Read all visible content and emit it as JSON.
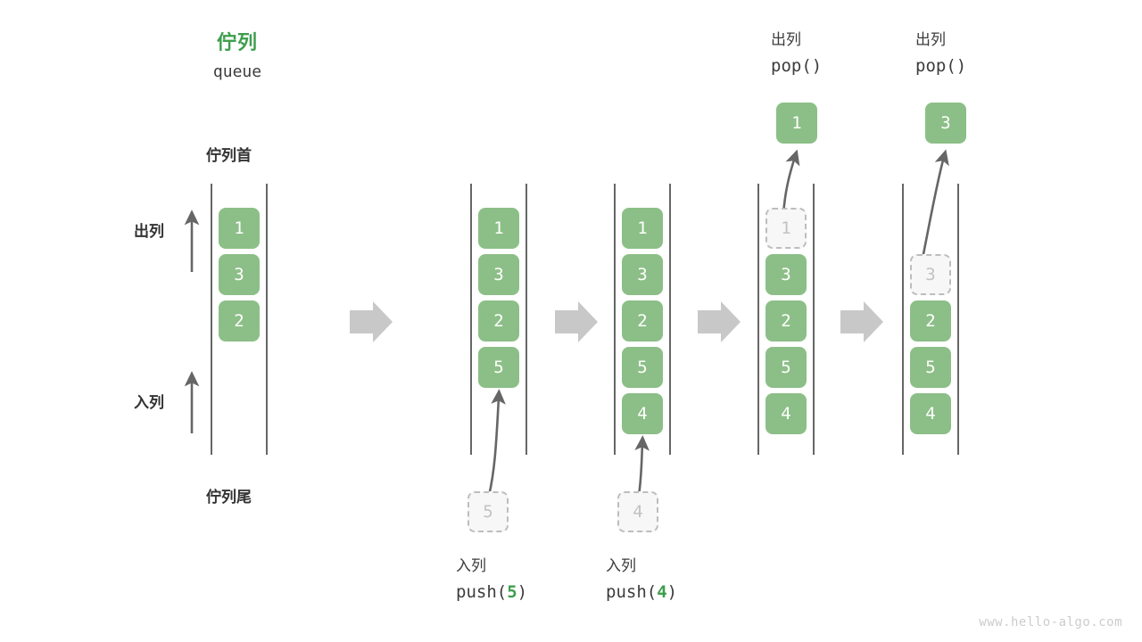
{
  "title": {
    "cn": "佇列",
    "en": "queue"
  },
  "labels": {
    "head": "佇列首",
    "tail": "佇列尾",
    "dequeue_dir": "出列",
    "enqueue_dir": "入列"
  },
  "colors": {
    "element_fill": "#8cbf87",
    "element_text": "#ffffff",
    "ghost_fill": "#f7f7f7",
    "ghost_border": "#bdbdbd",
    "ghost_text": "#c2c2c2",
    "rail": "#555555",
    "arrow_grey": "#666666",
    "step_arrow": "#c8c8c8",
    "accent_green": "#3e9e4e",
    "text": "#3c3c3c"
  },
  "columns": [
    {
      "id": "initial",
      "items": [
        "1",
        "3",
        "2"
      ],
      "ghost_in_rail": null,
      "caption": null
    },
    {
      "id": "push-5",
      "items": [
        "1",
        "3",
        "2",
        "5"
      ],
      "ghost_in_rail": null,
      "incoming_ghost": "5",
      "caption": {
        "cn": "入列",
        "fn": "push(",
        "arg": "5",
        "fn_close": ")"
      }
    },
    {
      "id": "push-4",
      "items": [
        "1",
        "3",
        "2",
        "5",
        "4"
      ],
      "ghost_in_rail": null,
      "incoming_ghost": "4",
      "caption": {
        "cn": "入列",
        "fn": "push(",
        "arg": "4",
        "fn_close": ")"
      }
    },
    {
      "id": "pop-1",
      "items": [
        "3",
        "2",
        "5",
        "4"
      ],
      "ghost_in_rail": "1",
      "popped": "1",
      "caption": {
        "cn": "出列",
        "fn": "pop(",
        "arg": "",
        "fn_close": ")"
      }
    },
    {
      "id": "pop-3",
      "items": [
        "2",
        "5",
        "4"
      ],
      "ghost_in_rail": "3",
      "popped": "3",
      "caption": {
        "cn": "出列",
        "fn": "pop(",
        "arg": "",
        "fn_close": ")"
      }
    }
  ],
  "step_arrows": 4,
  "watermark": "www.hello-algo.com"
}
